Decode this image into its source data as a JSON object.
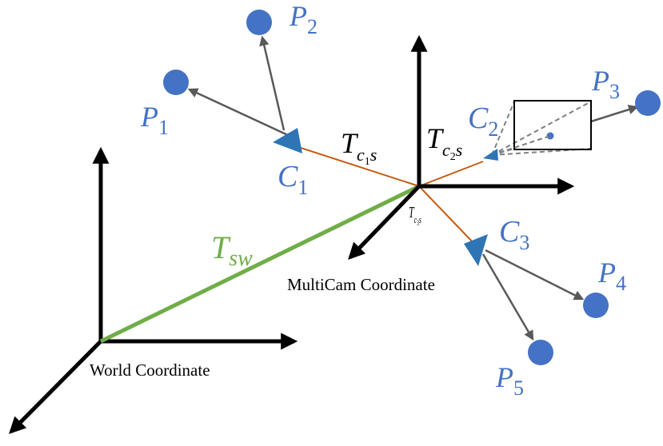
{
  "colors": {
    "axis": "#000000",
    "point": "#4472c4",
    "camera": "#2e75b6",
    "ray": "#595959",
    "camera_link": "#c55a11",
    "world_link": "#70ad47",
    "frustum": "#7f7f7f"
  },
  "labels": {
    "world_coordinate": "World Coordinate",
    "multicam_coordinate": "MultiCam Coordinate",
    "t_sw": {
      "base": "T",
      "sub": "sw"
    },
    "t_c1s": {
      "base": "T",
      "sub1": "c",
      "sub2": "1",
      "sub3": "s"
    },
    "t_c2s": {
      "base": "T",
      "sub1": "c",
      "sub2": "2",
      "sub3": "s"
    },
    "t_c3s": {
      "base": "T",
      "sub1": "c",
      "sub2": "3",
      "sub3": "s"
    }
  },
  "cameras": [
    {
      "base": "C",
      "sub": "1"
    },
    {
      "base": "C",
      "sub": "2"
    },
    {
      "base": "C",
      "sub": "3"
    }
  ],
  "points": [
    {
      "base": "P",
      "sub": "1"
    },
    {
      "base": "P",
      "sub": "2"
    },
    {
      "base": "P",
      "sub": "3"
    },
    {
      "base": "P",
      "sub": "4"
    },
    {
      "base": "P",
      "sub": "5"
    }
  ]
}
